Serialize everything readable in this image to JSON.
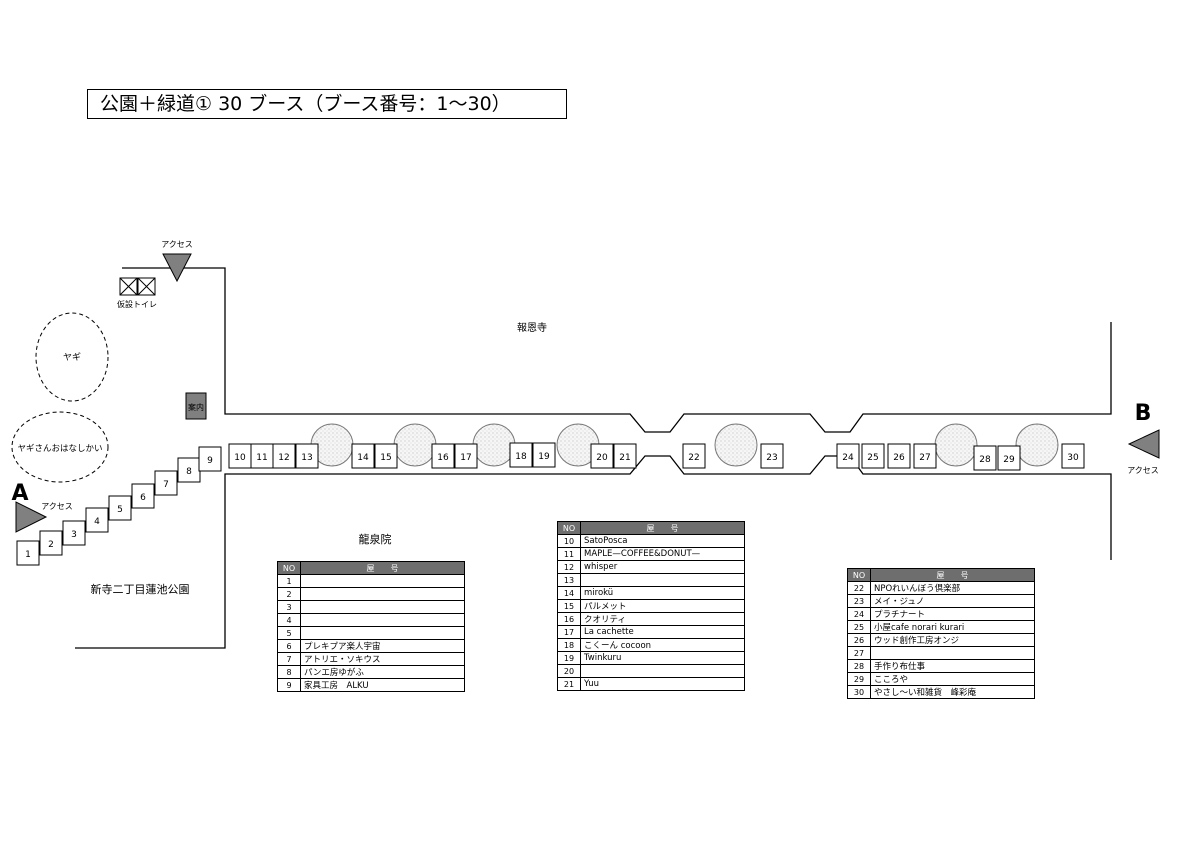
{
  "title": "公園＋緑道① 30 ブース（ブース番号：1〜30）",
  "labels": {
    "temple_north": "報恩寺",
    "temple_south": "龍泉院",
    "park": "新寺二丁目蓮池公園",
    "goat": "ヤギ",
    "goat_story": "ヤギさんおはなしかい",
    "toilet": "仮設トイレ",
    "info": "案内",
    "access": "アクセス",
    "entrance_a": "A",
    "entrance_b": "B"
  },
  "colors": {
    "table_header": "#6e6e6e",
    "info_box": "#808080",
    "access_marker": "#808080"
  },
  "booths": [
    "1",
    "2",
    "3",
    "4",
    "5",
    "6",
    "7",
    "8",
    "9",
    "10",
    "11",
    "12",
    "13",
    "14",
    "15",
    "16",
    "17",
    "18",
    "19",
    "20",
    "21",
    "22",
    "23",
    "24",
    "25",
    "26",
    "27",
    "28",
    "29",
    "30"
  ],
  "tables": [
    {
      "header_no": "NO",
      "header_name": "屋　　号",
      "rows": [
        {
          "no": "1",
          "name": ""
        },
        {
          "no": "2",
          "name": ""
        },
        {
          "no": "3",
          "name": ""
        },
        {
          "no": "4",
          "name": ""
        },
        {
          "no": "5",
          "name": ""
        },
        {
          "no": "6",
          "name": "プレキプア楽人宇宙"
        },
        {
          "no": "7",
          "name": "アトリエ・ソキウス"
        },
        {
          "no": "8",
          "name": "パンエ房ゆがふ"
        },
        {
          "no": "9",
          "name": "家具工房　ALKU"
        }
      ]
    },
    {
      "header_no": "NO",
      "header_name": "屋　　号",
      "rows": [
        {
          "no": "10",
          "name": "SatoPosca"
        },
        {
          "no": "11",
          "name": "MAPLE—COFFEE&DONUT—"
        },
        {
          "no": "12",
          "name": "whisper"
        },
        {
          "no": "13",
          "name": ""
        },
        {
          "no": "14",
          "name": "mirokü"
        },
        {
          "no": "15",
          "name": "パルメット"
        },
        {
          "no": "16",
          "name": "クオリティ"
        },
        {
          "no": "17",
          "name": "La cachette"
        },
        {
          "no": "18",
          "name": "こくーん cocoon"
        },
        {
          "no": "19",
          "name": "Twinkuru"
        },
        {
          "no": "20",
          "name": ""
        },
        {
          "no": "21",
          "name": "Yuu"
        }
      ]
    },
    {
      "header_no": "NO",
      "header_name": "屋　　号",
      "rows": [
        {
          "no": "22",
          "name": "NPOれいんぼう倶楽部"
        },
        {
          "no": "23",
          "name": "メイ・ジュノ"
        },
        {
          "no": "24",
          "name": "プラチナート"
        },
        {
          "no": "25",
          "name": "小屋cafe norari kurari"
        },
        {
          "no": "26",
          "name": "ウッド創作工房オンジ"
        },
        {
          "no": "27",
          "name": ""
        },
        {
          "no": "28",
          "name": "手作り布仕事"
        },
        {
          "no": "29",
          "name": "こころや"
        },
        {
          "no": "30",
          "name": "やさし〜い和雑貨　峰彩庵"
        }
      ]
    }
  ]
}
